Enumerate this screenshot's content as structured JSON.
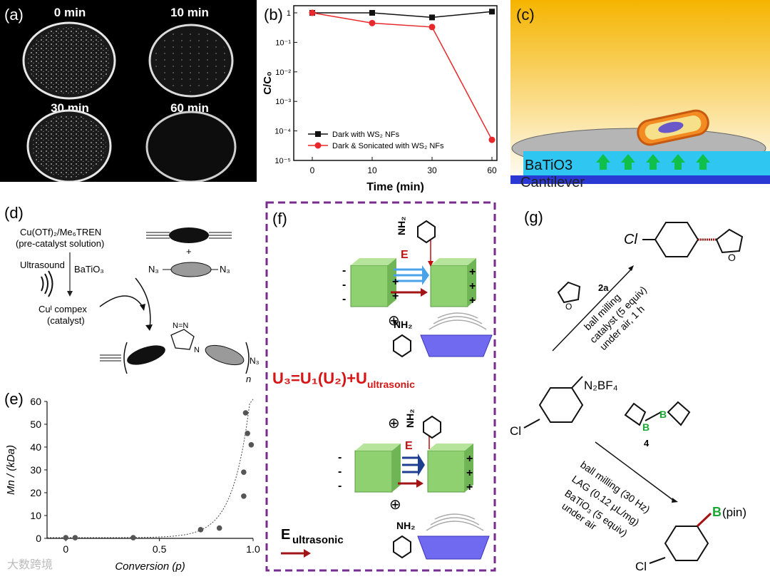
{
  "panel_a": {
    "label": "(a)",
    "times": [
      "0 min",
      "10 min",
      "30 min",
      "60 min"
    ]
  },
  "panel_b": {
    "label": "(b)",
    "chart_data": {
      "type": "line",
      "x": [
        0,
        10,
        30,
        60
      ],
      "xticks": [
        "0",
        "10",
        "30",
        "60"
      ],
      "xlabel": "Time (min)",
      "ylabel": "C/C₀",
      "yscale": "log",
      "ylim": [
        1e-05,
        2
      ],
      "yticks": [
        "1",
        "10⁻¹",
        "10⁻²",
        "10⁻³",
        "10⁻⁴",
        "10⁻⁵"
      ],
      "legend_position": "bottom-left",
      "series": [
        {
          "name": "Dark with WS₂ NFs",
          "color": "#111111",
          "marker": "square",
          "values": [
            1.0,
            1.0,
            0.7,
            1.1
          ]
        },
        {
          "name": "Dark & Sonicated with WS₂ NFs",
          "color": "#e8282a",
          "marker": "circle",
          "values": [
            1.0,
            0.45,
            0.33,
            5e-05
          ]
        }
      ]
    }
  },
  "panel_c": {
    "label": "(c)",
    "layer_label": "BaTiO3",
    "base_label": "Cantilever"
  },
  "panel_d": {
    "label": "(d)",
    "precatalyst_line1": "Cu(OTf)₂/Me₆TREN",
    "precatalyst_line2": "(pre-catalyst solution)",
    "ultrasound": "Ultrasound",
    "batio3": "BaTiO₃",
    "complex_line1": "Cuᴵ compex",
    "complex_line2": "(catalyst)",
    "plus": "+",
    "n3_left": "N₃",
    "n3_right": "N₃",
    "triazole": "N=N",
    "triazole_n": "N",
    "end_n3": "N₃",
    "n_sub": "n"
  },
  "panel_e": {
    "label": "(e)",
    "chart_data": {
      "type": "scatter",
      "xlabel": "Conversion (p)",
      "ylabel": "Mn / (kDa)",
      "xlim": [
        -0.1,
        1.0
      ],
      "ylim": [
        0,
        60
      ],
      "xticks": [
        "0",
        "0.5",
        "1.0"
      ],
      "yticks": [
        "0",
        "10",
        "20",
        "30",
        "40",
        "50",
        "60"
      ],
      "points": [
        {
          "x": 0.0,
          "y": 0.3
        },
        {
          "x": 0.05,
          "y": 0.3
        },
        {
          "x": 0.36,
          "y": 0.3
        },
        {
          "x": 0.72,
          "y": 3.8
        },
        {
          "x": 0.82,
          "y": 4.5
        },
        {
          "x": 0.95,
          "y": 18.5
        },
        {
          "x": 0.95,
          "y": 29
        },
        {
          "x": 0.96,
          "y": 55
        },
        {
          "x": 0.97,
          "y": 46
        },
        {
          "x": 0.99,
          "y": 41
        }
      ]
    }
  },
  "panel_f": {
    "label": "(f)",
    "nh2": "NH₂",
    "e_vec": "E",
    "plus_circle": "⊕",
    "equation_main": "U₃=U₁(U₂)+U",
    "equation_sub": "ultrasonic",
    "legend_e": "E",
    "legend_sub": "ultrasonic"
  },
  "panel_g": {
    "label": "(g)",
    "cl": "Cl",
    "reagent_2a": "2a",
    "o": "O",
    "cond1": [
      "ball milling",
      "catalyst (5 equiv)",
      "under air, 1 h"
    ],
    "diazonium": "N₂BF₄",
    "b": "B",
    "reagent_4": "4",
    "cond2": [
      "ball milling (30 Hz)",
      "LAG (0.12 μL/mg)",
      "BaTiO₃ (5 equiv)",
      "under air"
    ],
    "product_b": "B",
    "product_pin": "(pin)"
  },
  "watermark": "大数跨境"
}
